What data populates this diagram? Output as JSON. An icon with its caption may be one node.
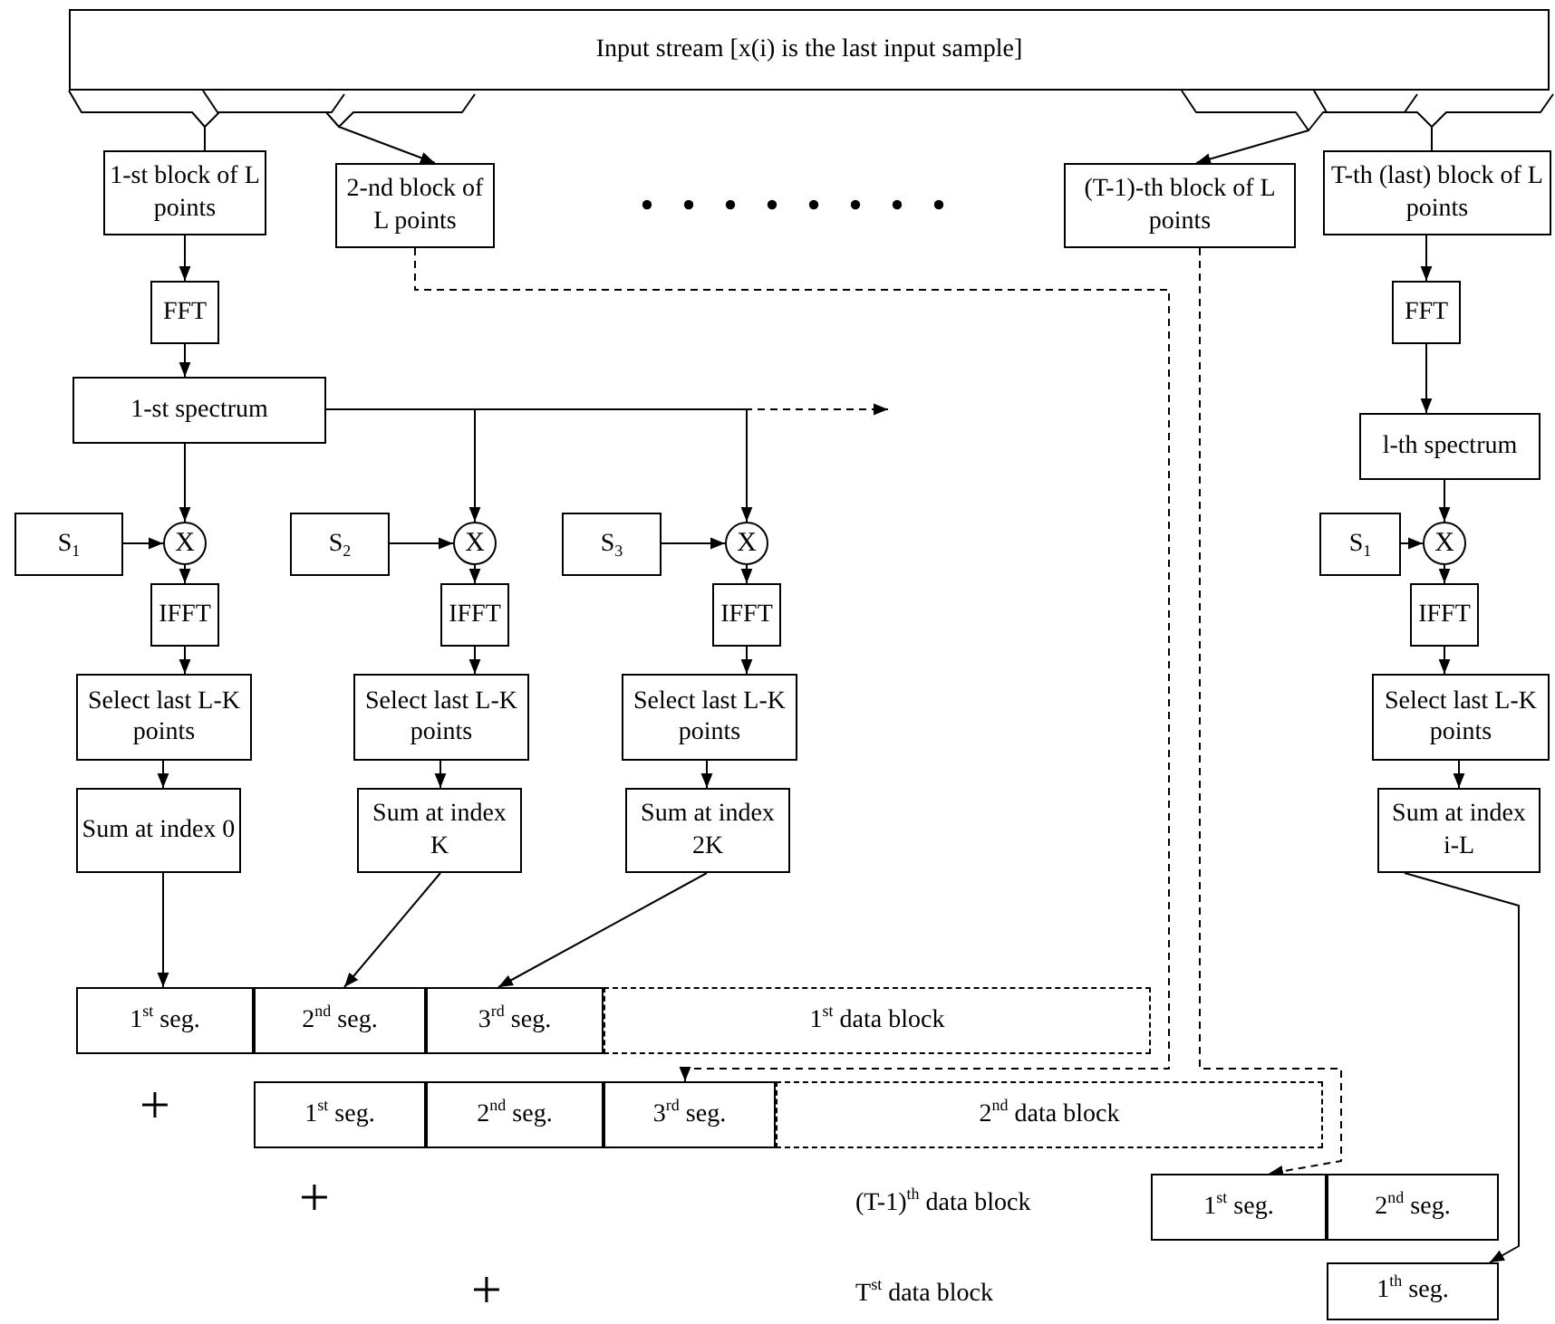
{
  "diagram": {
    "nodes": [
      {
        "text": [
          "Input stream [x(i) is the last input sample]"
        ]
      },
      {
        "text": [
          "1-st block of L points"
        ]
      },
      {
        "text": [
          "2-nd block of L points"
        ]
      },
      {
        "text": [
          "(T-1)-th block of L points"
        ]
      },
      {
        "text": [
          "T-th (last) block of L points"
        ]
      },
      {
        "text": [
          "FFT"
        ]
      },
      {
        "text": [
          "FFT"
        ]
      },
      {
        "text": [
          "1-st spectrum"
        ]
      },
      {
        "text": [
          "l-th spectrum"
        ]
      },
      {
        "text": [
          "S$_{1}$"
        ]
      },
      {
        "text": [
          "X"
        ]
      },
      {
        "text": [
          "S$_{2}$"
        ]
      },
      {
        "text": [
          "X"
        ]
      },
      {
        "text": [
          "S$_{3}$"
        ]
      },
      {
        "text": [
          "X"
        ]
      },
      {
        "text": [
          "S$_{1}$"
        ]
      },
      {
        "text": [
          "X"
        ]
      },
      {
        "text": [
          "IFFT"
        ]
      },
      {
        "text": [
          "IFFT"
        ]
      },
      {
        "text": [
          "IFFT"
        ]
      },
      {
        "text": [
          "IFFT"
        ]
      },
      {
        "text": [
          "Select last L-K points"
        ]
      },
      {
        "text": [
          "Select last L-K points"
        ]
      },
      {
        "text": [
          "Select last L-K points"
        ]
      },
      {
        "text": [
          "Select last L-K points"
        ]
      },
      {
        "text": [
          "Sum at index 0"
        ]
      },
      {
        "text": [
          "Sum at index K"
        ]
      },
      {
        "text": [
          "Sum at index 2K"
        ]
      },
      {
        "text": [
          "Sum at index i-L"
        ]
      },
      {
        "text": [
          "1$^{st}$ seg."
        ]
      },
      {
        "text": [
          "2$^{nd}$ seg."
        ]
      },
      {
        "text": [
          "3$^{rd}$ seg."
        ]
      },
      {
        "text": [
          "1$^{st}$ data block"
        ]
      },
      {
        "text": [
          "1$^{st}$ seg."
        ]
      },
      {
        "text": [
          "2$^{nd}$ seg."
        ]
      },
      {
        "text": [
          "3$^{rd}$ seg."
        ]
      },
      {
        "text": [
          "2$^{nd}$ data block"
        ]
      },
      {
        "text": [
          "1$^{st}$ seg."
        ]
      },
      {
        "text": [
          "2$^{nd}$ seg."
        ]
      },
      {
        "text": [
          "1$^{th}$ seg."
        ]
      }
    ],
    "edges": [
      {
        "from": 0,
        "to": 1,
        "arrow": "none"
      },
      {
        "from": 0,
        "to": 2,
        "arrow": "to"
      },
      {
        "from": 0,
        "to": 3,
        "arrow": "to"
      },
      {
        "from": 0,
        "to": 4,
        "arrow": "none"
      },
      {
        "from": 1,
        "to": 5,
        "arrow": "to"
      },
      {
        "from": 5,
        "to": 7,
        "arrow": "to"
      },
      {
        "from": 7,
        "to": 10,
        "arrow": "to"
      },
      {
        "from": 7,
        "to": 12,
        "arrow": "to"
      },
      {
        "from": 7,
        "to": 14,
        "arrow": "to"
      },
      {
        "from": 7,
        "to": null,
        "arrow": "to",
        "style": "dashed"
      },
      {
        "from": 9,
        "to": 10,
        "arrow": "to"
      },
      {
        "from": 11,
        "to": 12,
        "arrow": "to"
      },
      {
        "from": 13,
        "to": 14,
        "arrow": "to"
      },
      {
        "from": 10,
        "to": 17,
        "arrow": "to"
      },
      {
        "from": 12,
        "to": 18,
        "arrow": "to"
      },
      {
        "from": 14,
        "to": 19,
        "arrow": "to"
      },
      {
        "from": 17,
        "to": 21,
        "arrow": "to"
      },
      {
        "from": 18,
        "to": 22,
        "arrow": "to"
      },
      {
        "from": 19,
        "to": 23,
        "arrow": "to"
      },
      {
        "from": 21,
        "to": 25,
        "arrow": "to"
      },
      {
        "from": 22,
        "to": 26,
        "arrow": "to"
      },
      {
        "from": 23,
        "to": 27,
        "arrow": "to"
      },
      {
        "from": 25,
        "to": 29,
        "arrow": "to"
      },
      {
        "from": 26,
        "to": 30,
        "arrow": "to"
      },
      {
        "from": 27,
        "to": 31,
        "arrow": "to"
      },
      {
        "from": 2,
        "to": 35,
        "arrow": "to",
        "style": "dashed"
      },
      {
        "from": 3,
        "to": 37,
        "arrow": "to",
        "style": "dashed"
      },
      {
        "from": 4,
        "to": 6,
        "arrow": "to"
      },
      {
        "from": 6,
        "to": 8,
        "arrow": "to"
      },
      {
        "from": 8,
        "to": 16,
        "arrow": "to"
      },
      {
        "from": 15,
        "to": 16,
        "arrow": "to"
      },
      {
        "from": 16,
        "to": 20,
        "arrow": "to"
      },
      {
        "from": 20,
        "to": 24,
        "arrow": "to"
      },
      {
        "from": 24,
        "to": 28,
        "arrow": "to"
      },
      {
        "from": 28,
        "to": 39,
        "arrow": "to"
      }
    ],
    "labels": [
      "+",
      "+",
      "(T-1)$^{th}$ data block",
      "+",
      "T$^{st}$ data block"
    ]
  }
}
